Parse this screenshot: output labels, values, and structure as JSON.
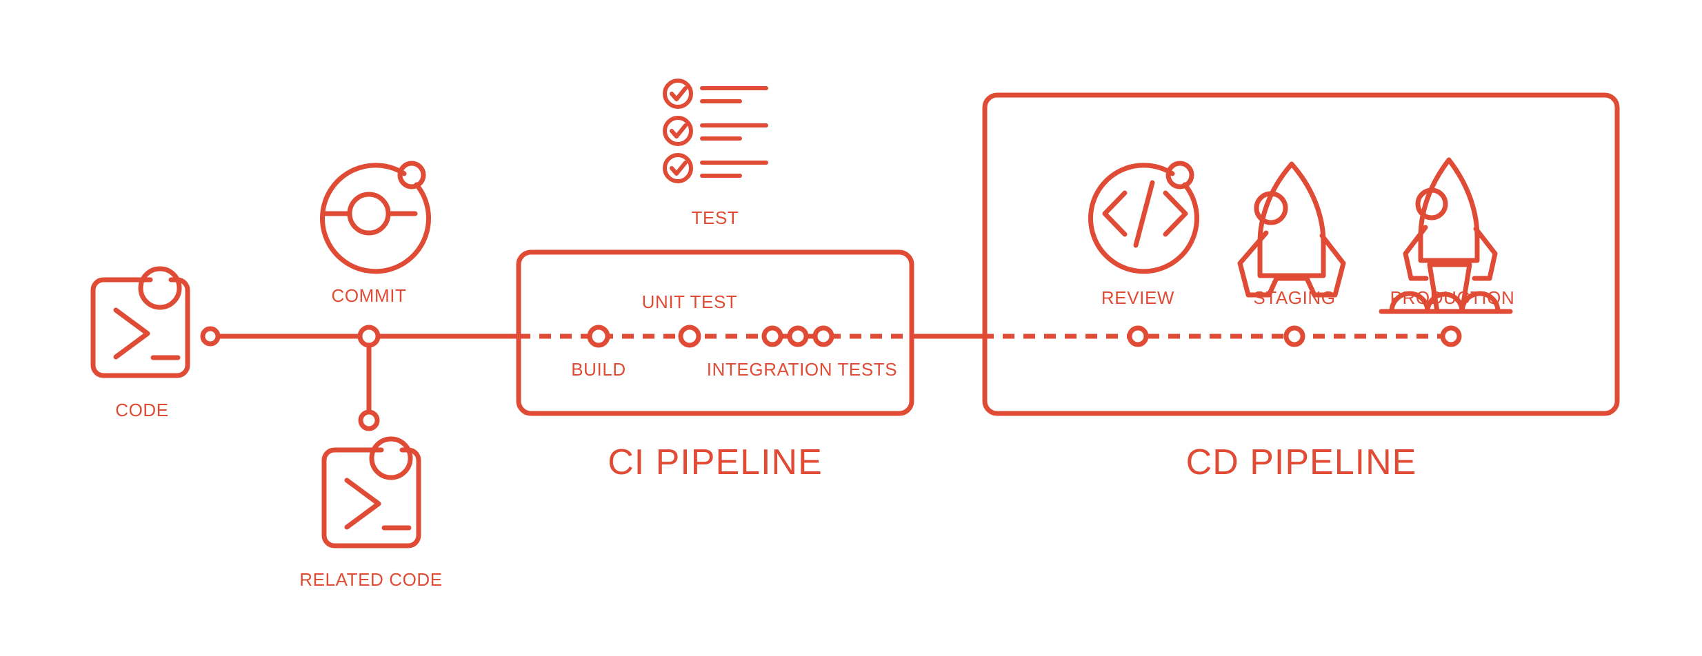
{
  "diagram": {
    "title": "CI/CD Pipeline",
    "accent_color": "#E04B35",
    "background_color": "#FFFFFF"
  },
  "stages": {
    "code": {
      "label": "CODE",
      "icon": "terminal-code-icon"
    },
    "commit": {
      "label": "COMMIT",
      "icon": "git-commit-icon"
    },
    "related_code": {
      "label": "RELATED CODE",
      "icon": "terminal-code-icon"
    },
    "test": {
      "label": "TEST",
      "icon": "checklist-icon"
    }
  },
  "ci_pipeline": {
    "title": "CI PIPELINE",
    "steps": [
      {
        "label": "BUILD",
        "position": "below"
      },
      {
        "label": "UNIT TEST",
        "position": "above"
      },
      {
        "label": "INTEGRATION TESTS",
        "position": "below"
      }
    ]
  },
  "cd_pipeline": {
    "title": "CD PIPELINE",
    "steps": [
      {
        "label": "REVIEW",
        "icon": "code-brackets-circle-icon"
      },
      {
        "label": "STAGING",
        "icon": "rocket-landed-icon"
      },
      {
        "label": "PRODUCTION",
        "icon": "rocket-launching-icon"
      }
    ]
  }
}
